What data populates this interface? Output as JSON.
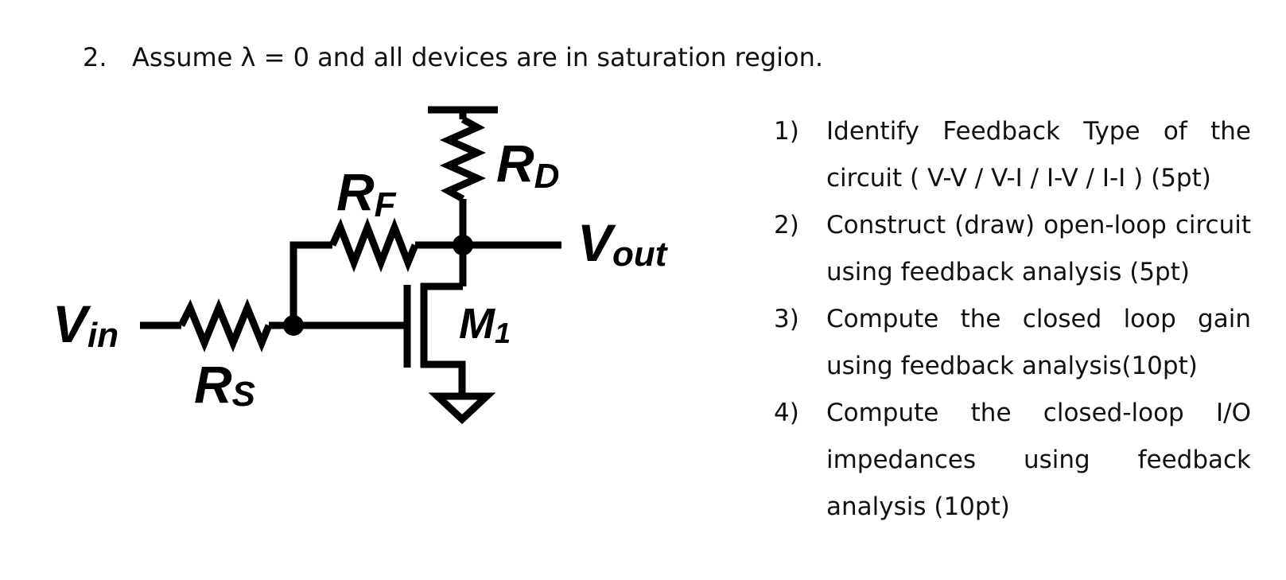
{
  "problem": {
    "number": "2.",
    "statement": "Assume λ = 0 and all devices are in saturation region."
  },
  "circuit": {
    "labels": {
      "rd": {
        "main": "R",
        "sub": "D"
      },
      "rf": {
        "main": "R",
        "sub": "F"
      },
      "rs": {
        "main": "R",
        "sub": "S"
      },
      "vin": {
        "main": "V",
        "sub": "in"
      },
      "vout": {
        "main": "V",
        "sub": "out"
      },
      "m1": {
        "main": "M",
        "sub": "1"
      }
    }
  },
  "questions": [
    {
      "number": "1)",
      "text": "Identify Feedback Type of the circuit ( V-V / V-I / I-V / I-I ) (5pt)"
    },
    {
      "number": "2)",
      "text": "Construct (draw) open-loop circuit using feedback analysis (5pt)"
    },
    {
      "number": "3)",
      "text": "Compute the closed loop gain using feedback analysis(10pt)"
    },
    {
      "number": "4)",
      "text": "Compute the closed-loop I/O impedances using feedback analysis (10pt)"
    }
  ]
}
